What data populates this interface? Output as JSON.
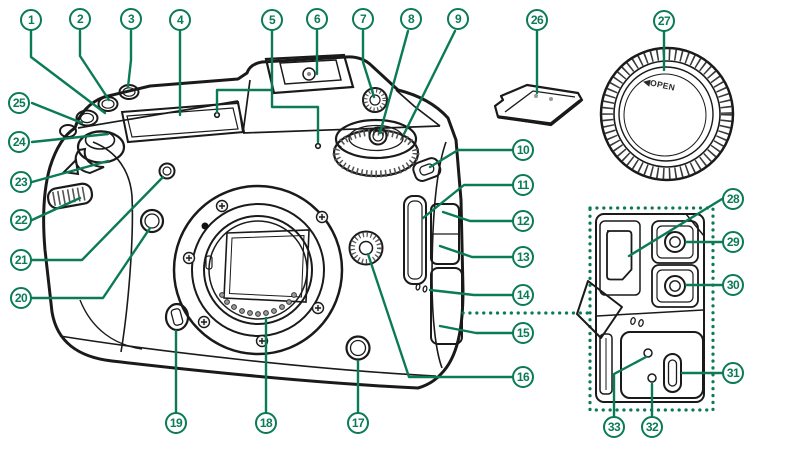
{
  "accent_color": "#0b7a56",
  "figure": {
    "description_visible_text_only": true
  },
  "body_cap": {
    "open_label": "◀OPEN"
  },
  "callouts": [
    {
      "label": "1"
    },
    {
      "label": "2"
    },
    {
      "label": "3"
    },
    {
      "label": "4"
    },
    {
      "label": "5"
    },
    {
      "label": "6"
    },
    {
      "label": "7"
    },
    {
      "label": "8"
    },
    {
      "label": "9"
    },
    {
      "label": "10"
    },
    {
      "label": "11"
    },
    {
      "label": "12"
    },
    {
      "label": "13"
    },
    {
      "label": "14"
    },
    {
      "label": "15"
    },
    {
      "label": "16"
    },
    {
      "label": "17"
    },
    {
      "label": "18"
    },
    {
      "label": "19"
    },
    {
      "label": "20"
    },
    {
      "label": "21"
    },
    {
      "label": "22"
    },
    {
      "label": "23"
    },
    {
      "label": "24"
    },
    {
      "label": "25"
    },
    {
      "label": "26"
    },
    {
      "label": "27"
    },
    {
      "label": "28"
    },
    {
      "label": "29"
    },
    {
      "label": "30"
    },
    {
      "label": "31"
    },
    {
      "label": "32"
    },
    {
      "label": "33"
    }
  ]
}
